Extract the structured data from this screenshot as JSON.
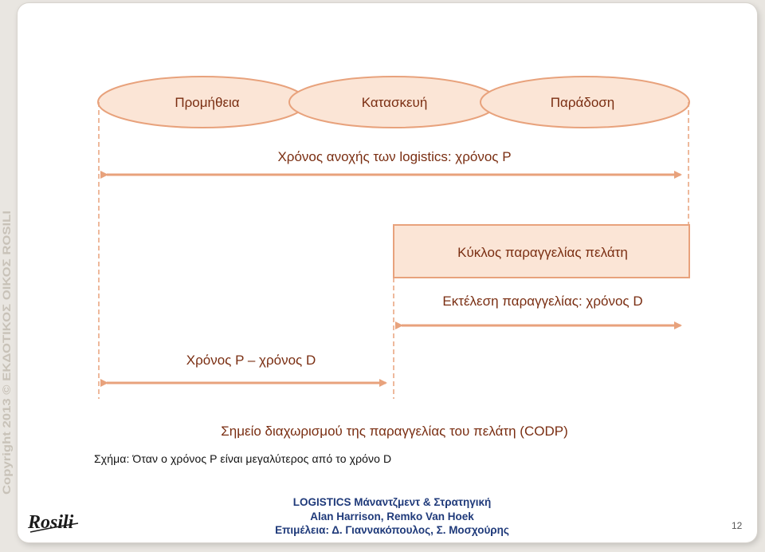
{
  "copyright": "Copyright 2013 © ΕΚΔΟΤΙΚΟΣ ΟΙΚΟΣ ROSILI",
  "colors": {
    "accent": "#e8a27c",
    "accent_fill": "#fbe5d6",
    "text": "#7a2e12",
    "footer_text": "#1f3a7a"
  },
  "diagram": {
    "ellipses": [
      "Προμήθεια",
      "Κατασκευή",
      "Παράδοση"
    ],
    "p_label": "Χρόνος ανοχής των logistics: χρόνος P",
    "box_label": "Κύκλος παραγγελίας πελάτη",
    "d_label": "Εκτέλεση παραγγελίας: χρόνος D",
    "pd_label": "Χρόνος P – χρόνος D",
    "codp_label": "Σημείο διαχωρισμού της παραγγελίας του πελάτη (CODP)"
  },
  "caption": "Σχήμα: Όταν ο χρόνος P είναι μεγαλύτερος από το χρόνο D",
  "footer": {
    "line1": "LOGISTICS Μάναντζμεντ & Στρατηγική",
    "line2": "Alan Harrison, Remko Van Hoek",
    "line3": "Επιμέλεια: Δ. Γιαννακόπουλος, Σ. Μοσχούρης"
  },
  "logo": "Rosili",
  "page_number": "12"
}
